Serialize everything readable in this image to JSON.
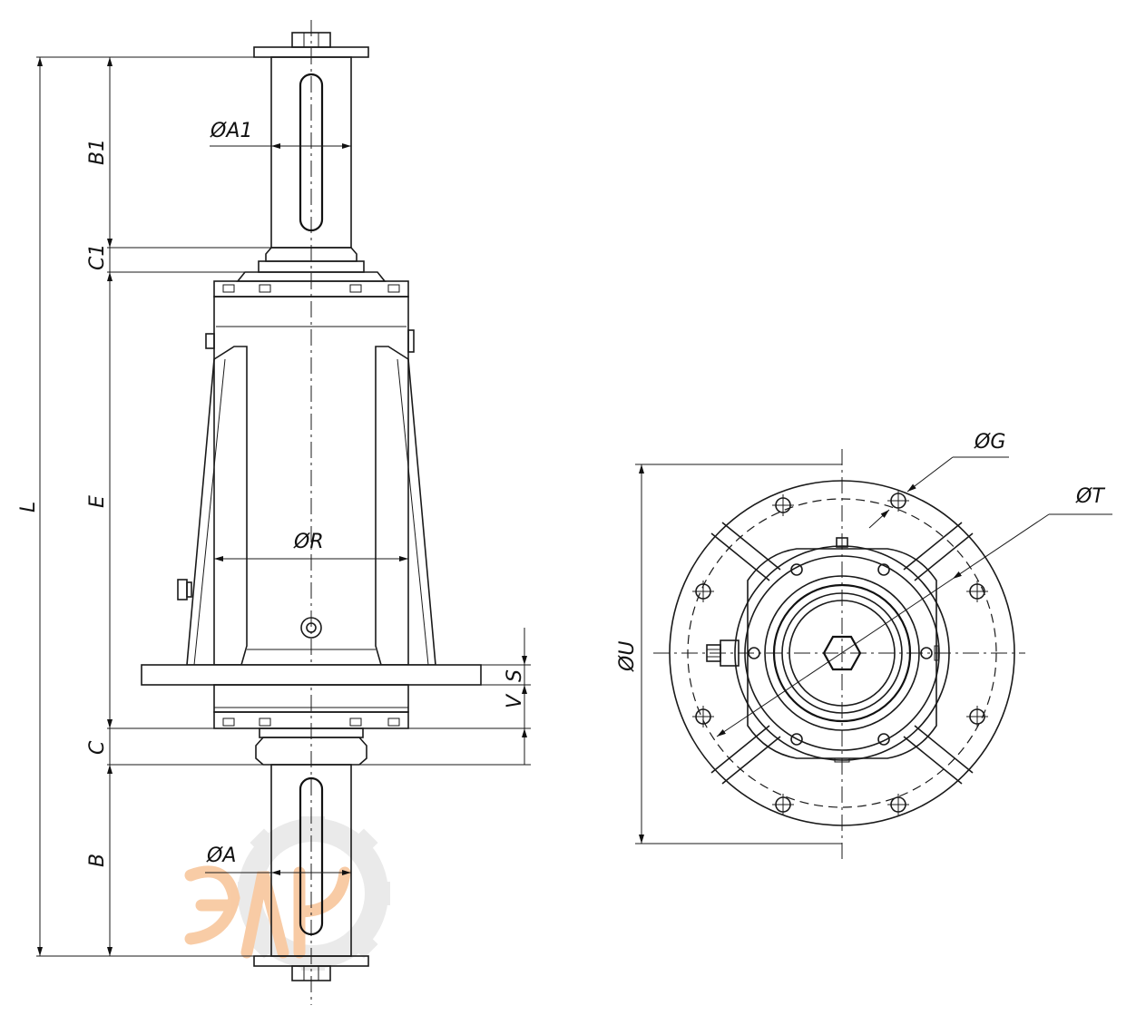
{
  "labels": {
    "L": "L",
    "B1": "B1",
    "C1": "C1",
    "E": "E",
    "C": "C",
    "B": "B",
    "A1": "ØA1",
    "R": "ØR",
    "A": "ØA",
    "S": "S",
    "V": "V",
    "U": "ØU",
    "G": "ØG",
    "T": "ØT"
  },
  "watermark_color": "#f3a25c",
  "watermark_gear_color": "#d9d9d9"
}
